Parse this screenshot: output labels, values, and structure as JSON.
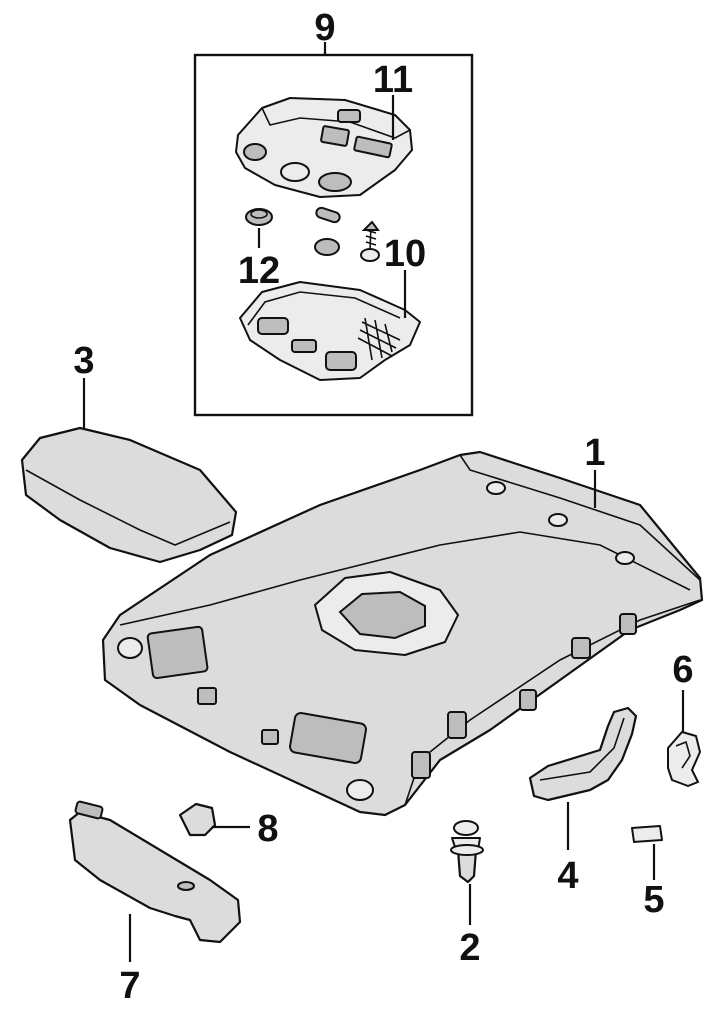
{
  "diagram": {
    "callouts": [
      {
        "id": "1",
        "label": "1",
        "part": "headliner"
      },
      {
        "id": "2",
        "label": "2",
        "part": "push-pin-clip"
      },
      {
        "id": "3",
        "label": "3",
        "part": "sunroof-panel"
      },
      {
        "id": "4",
        "label": "4",
        "part": "grab-handle"
      },
      {
        "id": "5",
        "label": "5",
        "part": "handle-cap"
      },
      {
        "id": "6",
        "label": "6",
        "part": "retainer-clip"
      },
      {
        "id": "7",
        "label": "7",
        "part": "sun-visor"
      },
      {
        "id": "8",
        "label": "8",
        "part": "visor-holder"
      },
      {
        "id": "9",
        "label": "9",
        "part": "dome-lamp-assembly"
      },
      {
        "id": "10",
        "label": "10",
        "part": "lamp-lens"
      },
      {
        "id": "11",
        "label": "11",
        "part": "lamp-housing"
      },
      {
        "id": "12",
        "label": "12",
        "part": "bulb"
      }
    ],
    "colors": {
      "line": "#111111",
      "fill": "#dcdcdc",
      "background": "#ffffff"
    }
  }
}
